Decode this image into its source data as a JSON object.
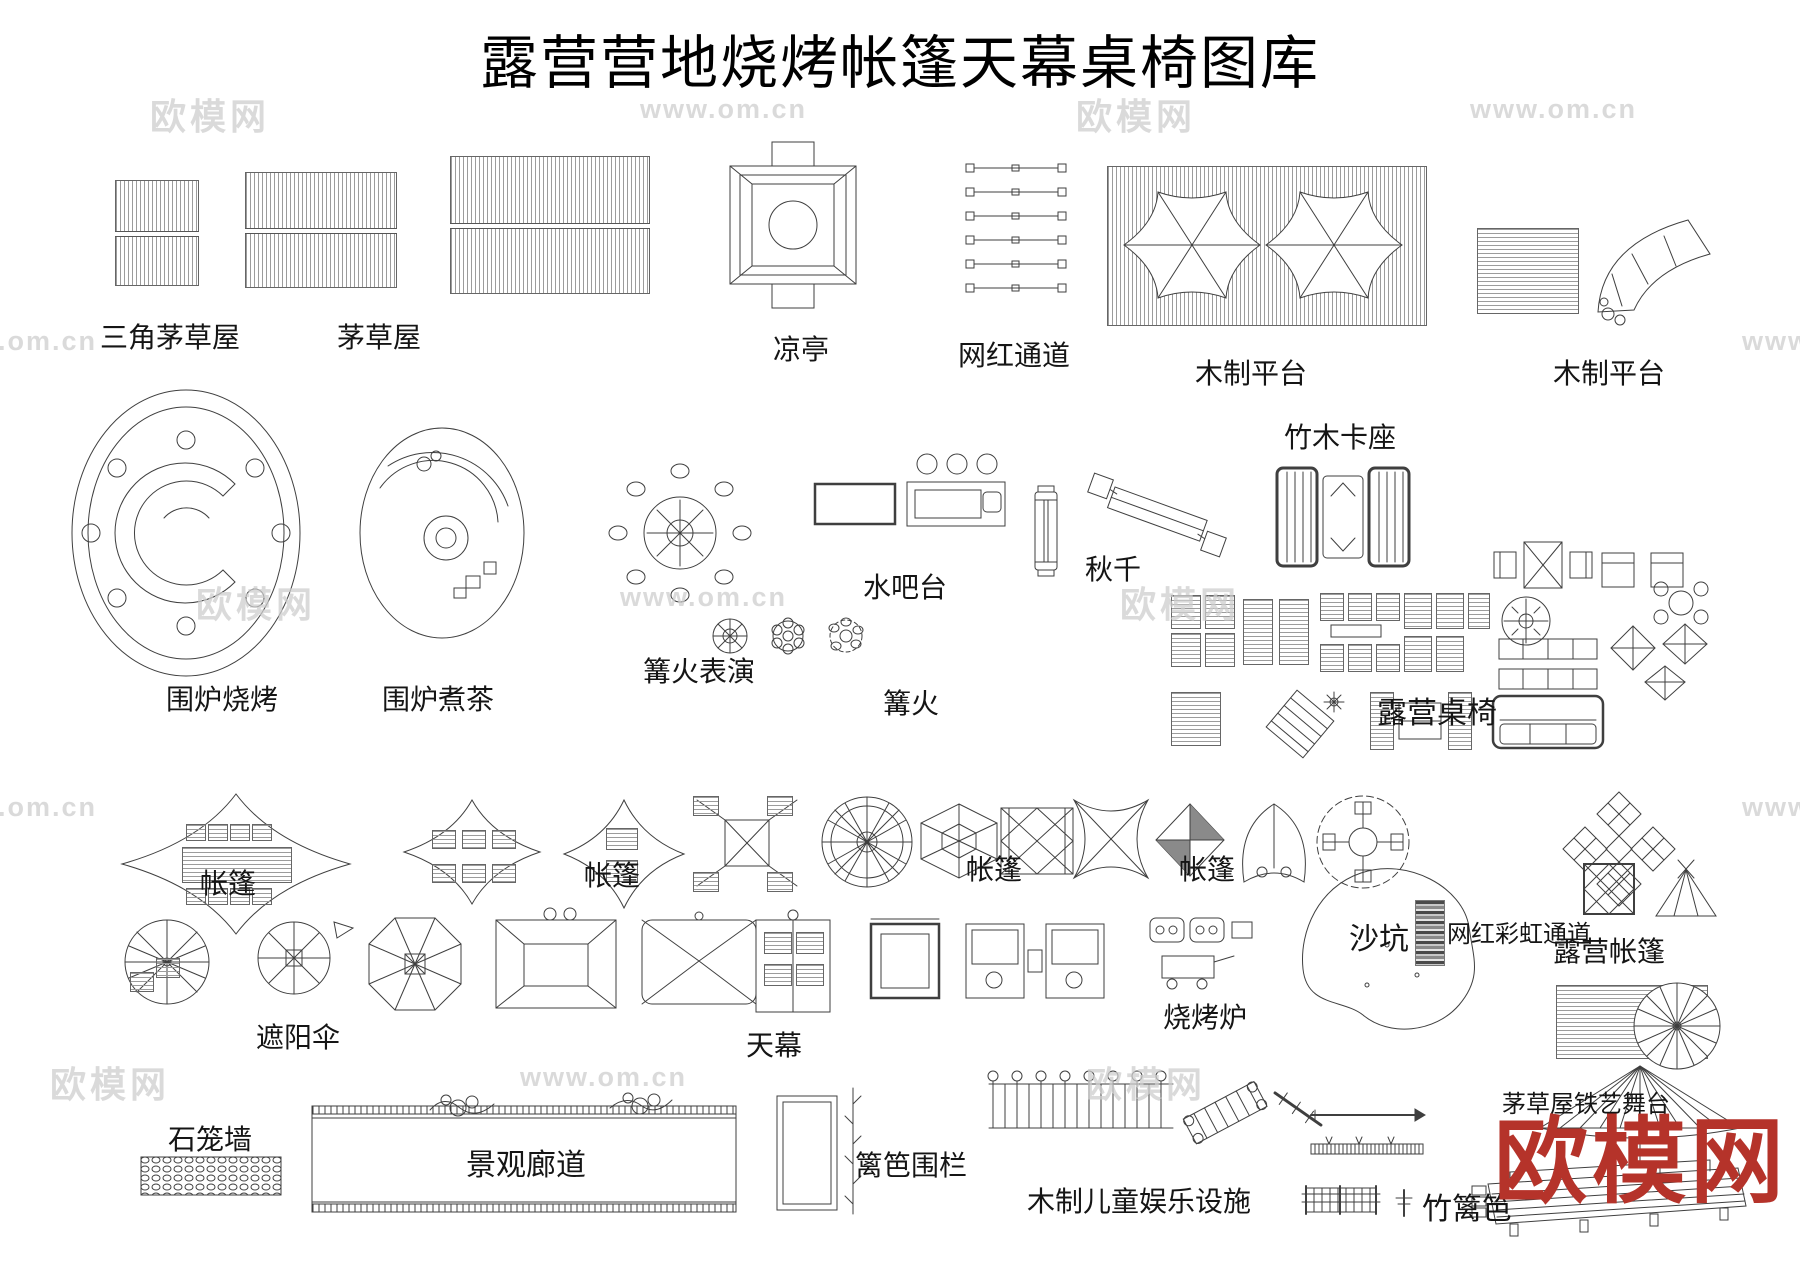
{
  "title": "露营营地烧烤帐篷天幕桌椅图库",
  "watermarks": {
    "brand": "欧模网",
    "site": "www.om.cn",
    "brand_color": "#b5332a"
  },
  "items": {
    "tri_thatch_hut": "三角茅草屋",
    "thatch_hut": "茅草屋",
    "pavilion": "凉亭",
    "net_celebrity_channel": "网红通道",
    "wood_platform_1": "木制平台",
    "wood_platform_2": "木制平台",
    "brazier_bbq": "围炉烧烤",
    "brazier_tea": "围炉煮茶",
    "bonfire_show": "篝火表演",
    "water_bar": "水吧台",
    "bonfire": "篝火",
    "swing": "秋千",
    "bamboo_wood_booth": "竹木卡座",
    "camping_table_chairs": "露营桌椅",
    "tent_1": "帐篷",
    "tent_2": "帐篷",
    "tent_3": "帐篷",
    "tent_4": "帐篷",
    "sand_pit": "沙坑",
    "rainbow_channel": "网红彩虹通道",
    "camping_tent": "露营帐篷",
    "parasol": "遮阳伞",
    "canopy": "天幕",
    "bbq_grill": "烧烤炉",
    "gabion_wall": "石笼墙",
    "landscape_corridor": "景观廊道",
    "fence_railing": "篱笆围栏",
    "wooden_kids_playground": "木制儿童娱乐设施",
    "bamboo_fence": "竹篱笆",
    "thatched_iron_stage": "茅草屋铁艺舞台"
  }
}
